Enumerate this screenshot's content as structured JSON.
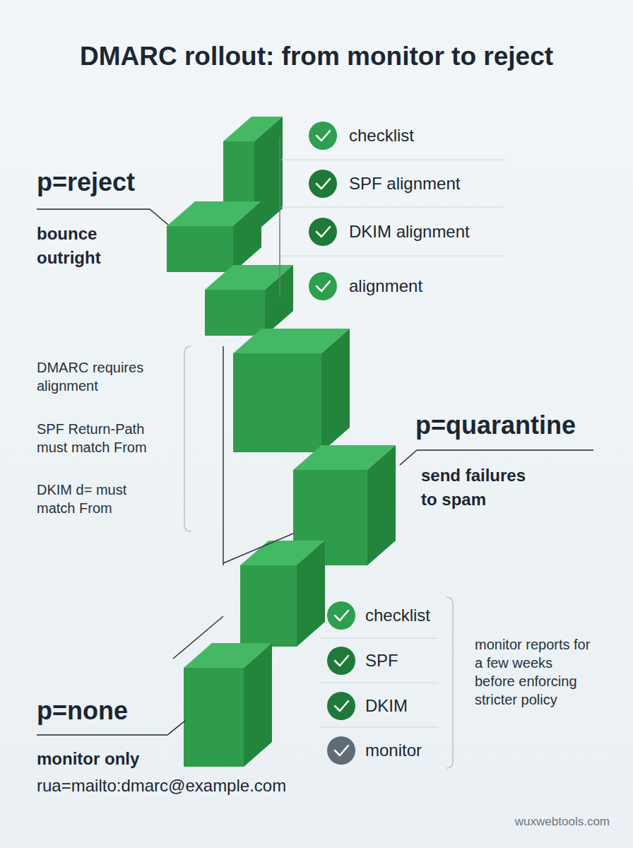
{
  "diagram": {
    "title": "DMARC rollout: from monitor to reject",
    "labels": [
      "p=reject",
      "bounce outright",
      "checklist",
      "SPF alignment",
      "DKIM alignment",
      "alignment",
      "DMARC requires alignment",
      "SPF Return-Path must match From",
      "DKIM d= must match From",
      "p=quarantine",
      "send failures to spam",
      "checklist",
      "SPF",
      "DKIM",
      "monitor",
      "monitor reports for a few weeks before enforcing stricter policy",
      "p=none",
      "monitor only",
      "rua=mailto:dmarc@example.com",
      "wuxwebtools.com"
    ]
  }
}
